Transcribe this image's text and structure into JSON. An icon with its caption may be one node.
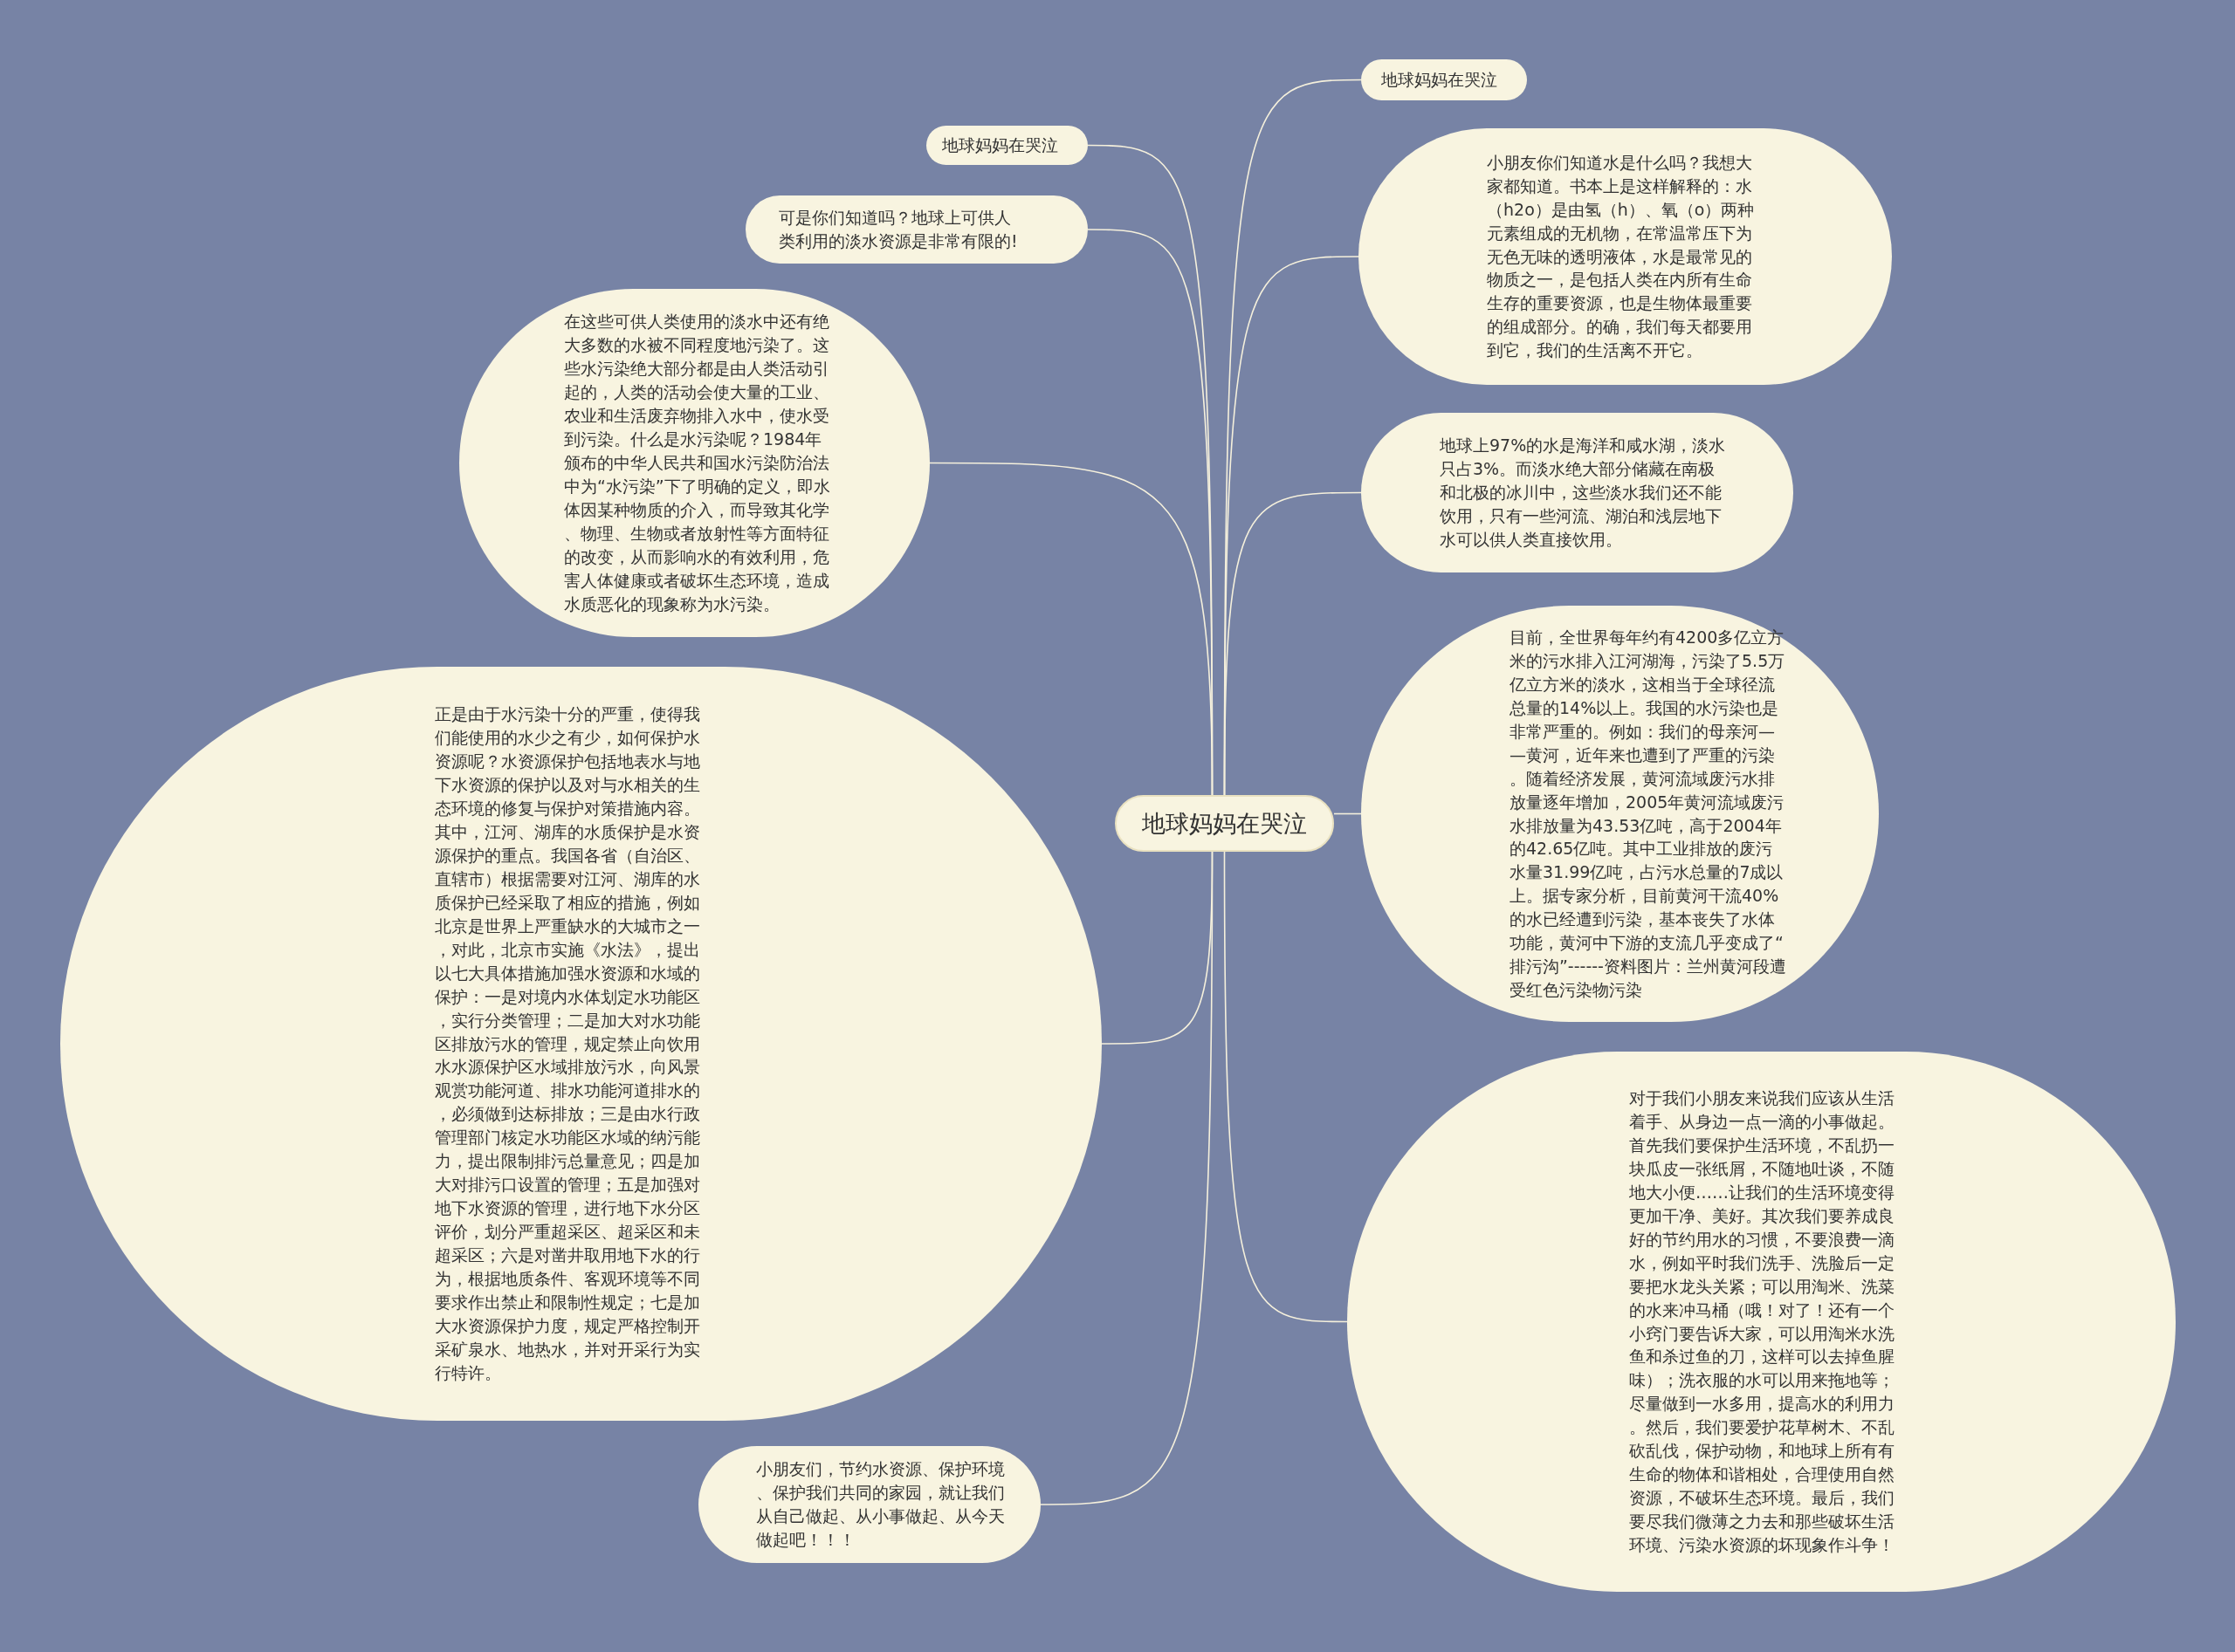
{
  "diagram": {
    "nodes": [
      {
        "text": [
          "地球妈妈在哭泣"
        ]
      },
      {
        "text": [
          "地球妈妈在哭泣"
        ]
      },
      {
        "text": [
          "小朋友你们知道水是什么吗？我想大家都知道。书本上是这样解释的：水（h2o）是由氢（h）、氧（o）两种元素组成的无机物，在常温常压下为无色无味的透明液体，水是最常见的物质之一，是包括人类在内所有生命生存的重要资源，也是生物体最重要的组成部分。的确，我们每天都要用到它，我们的生活离不开它。"
        ]
      },
      {
        "text": [
          "地球上97%的水是海洋和咸水湖，淡水只占3%。而淡水绝大部分储藏在南极和北极的冰川中，这些淡水我们还不能饮用，只有一些河流、湖泊和浅层地下水可以供人类直接饮用。"
        ]
      },
      {
        "text": [
          "目前，全世界每年约有4200多亿立方米的污水排入江河湖海，污染了5.5万亿立方米的淡水，这相当于全球径流总量的14%以上。我国的水污染也是非常严重的。例如：我们的母亲河——黄河，近年来也遭到了严重的污染。随着经济发展，黄河流域废污水排放量逐年增加，2005年黄河流域废污水排放量为43.53亿吨，高于2004年的42.65亿吨。其中工业排放的废污水量31.99亿吨，占污水总量的7成以上。据专家分析，目前黄河干流40%的水已经遭到污染，基本丧失了水体功能，黄河中下游的支流几乎变成了“排污沟”------资料图片：兰州黄河段遭受红色污染物污染"
        ]
      },
      {
        "text": [
          "对于我们小朋友来说我们应该从生活着手、从身边一点一滴的小事做起。首先我们要保护生活环境，不乱扔一块瓜皮一张纸屑，不随地吐谈，不随地大小便……让我们的生活环境变得更加干净、美好。其次我们要养成良好的节约用水的习惯，不要浪费一滴水，例如平时我们洗手、洗脸后一定要把水龙头关紧；可以用淘米、洗菜的水来冲马桶（哦！对了！还有一个小窍门要告诉大家，可以用淘米水洗鱼和杀过鱼的刀，这样可以去掉鱼腥味）；洗衣服的水可以用来拖地等；尽量做到一水多用，提高水的利用力。然后，我们要爱护花草树木、不乱砍乱伐，保护动物，和地球上所有有生命的物体和谐相处，合理使用自然资源，不破坏生态环境。最后，我们要尽我们微薄之力去和那些破坏生活环境、污染水资源的坏现象作斗争！"
        ]
      },
      {
        "text": [
          "地球妈妈在哭泣"
        ]
      },
      {
        "text": [
          "可是你们知道吗？地球上可供人类利用的淡水资源是非常有限的!"
        ]
      },
      {
        "text": [
          "在这些可供人类使用的淡水中还有绝大多数的水被不同程度地污染了。这些水污染绝大部分都是由人类活动引起的，人类的活动会使大量的工业、农业和生活废弃物排入水中，使水受到污染。什么是水污染呢？1984年颁布的中华人民共和国水污染防治法中为“水污染”下了明确的定义，即水体因某种物质的介入，而导致其化学、物理、生物或者放射性等方面特征的改变，从而影响水的有效利用，危害人体健康或者破坏生态环境，造成水质恶化的现象称为水污染。"
        ]
      },
      {
        "text": [
          "正是由于水污染十分的严重，使得我们能使用的水少之有少，如何保护水资源呢？水资源保护包括地表水与地下水资源的保护以及对与水相关的生态环境的修复与保护对策措施内容。其中，江河、湖库的水质保护是水资源保护的重点。我国各省（自治区、直辖市）根据需要对江河、湖库的水质保护已经采取了相应的措施，例如北京是世界上严重缺水的大城市之一，对此，北京市实施《水法》，提出以七大具体措施加强水资源和水域的保护：一是对境内水体划定水功能区，实行分类管理；二是加大对水功能区排放污水的管理，规定禁止向饮用水水源保护区水域排放污水，向风景观赏功能河道、排水功能河道排水的，必须做到达标排放；三是由水行政管理部门核定水功能区水域的纳污能力，提出限制排污总量意见；四是加大对排污口设置的管理；五是加强对地下水资源的管理，进行地下水分区评价，划分严重超采区、超采区和未超采区；六是对凿井取用地下水的行为，根据地质条件、客观环境等不同要求作出禁止和限制性规定；七是加大水资源保护力度，规定严格控制开采矿泉水、地热水，并对开采行为实行特许。"
        ]
      },
      {
        "text": [
          "小朋友们，节约水资源、保护环境、保护我们共同的家园，就让我们从自己做起、从小事做起、从今天做起吧！！！"
        ]
      }
    ],
    "edges": [
      {
        "from": 0,
        "to": 1,
        "arrow": "none"
      },
      {
        "from": 0,
        "to": 2,
        "arrow": "none"
      },
      {
        "from": 0,
        "to": 3,
        "arrow": "none"
      },
      {
        "from": 0,
        "to": 4,
        "arrow": "none"
      },
      {
        "from": 0,
        "to": 5,
        "arrow": "none"
      },
      {
        "from": 0,
        "to": 6,
        "arrow": "none"
      },
      {
        "from": 0,
        "to": 7,
        "arrow": "none"
      },
      {
        "from": 0,
        "to": 8,
        "arrow": "none"
      },
      {
        "from": 0,
        "to": 9,
        "arrow": "none"
      },
      {
        "from": 0,
        "to": 10,
        "arrow": "none"
      }
    ]
  }
}
